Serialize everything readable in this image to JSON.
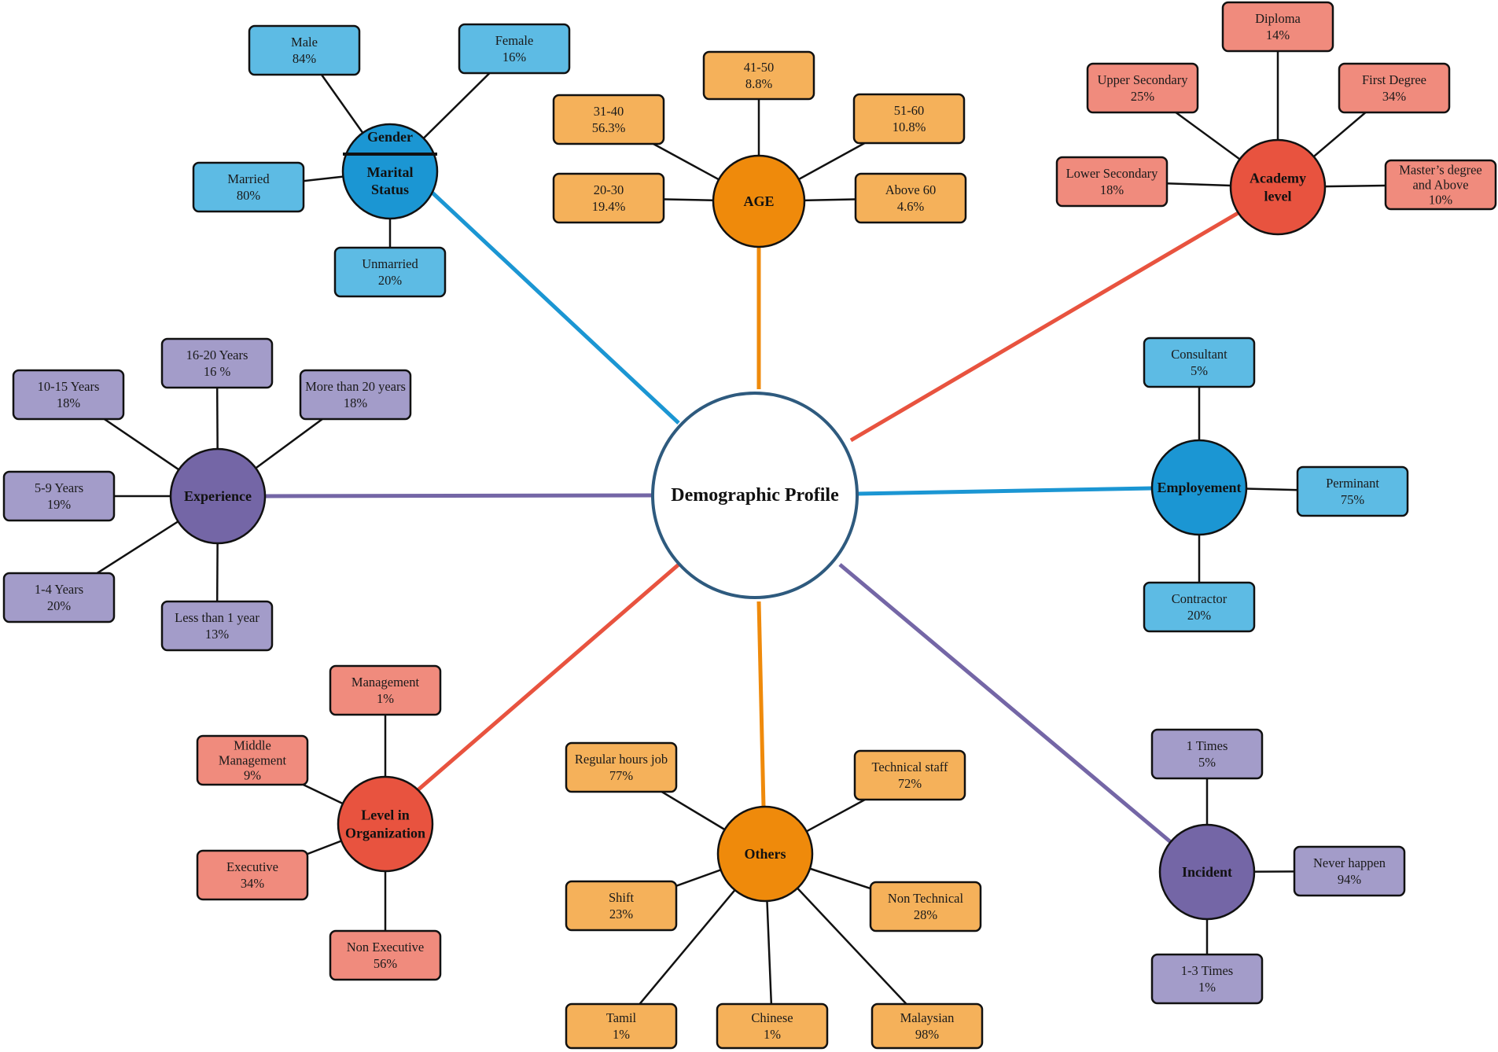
{
  "colors": {
    "blue_hub": "#1b96d3",
    "blue_box": "#5dbbe4",
    "orange_hub": "#ef8a0b",
    "orange_box": "#f5b15a",
    "red_hub": "#e8533f",
    "red_box": "#f08b7d",
    "purple_hub": "#7466a6",
    "purple_box": "#a39cc9",
    "center_ring": "#2e5a7e"
  },
  "center": {
    "label": "Demographic Profile"
  },
  "hubs": [
    {
      "id": "gender",
      "label_lines": [
        "Gender",
        "Marital",
        "Status"
      ],
      "color": "blue",
      "items": [
        [
          "Male",
          "84%"
        ],
        [
          "Female",
          "16%"
        ],
        [
          "Married",
          "80%"
        ],
        [
          "Unmarried",
          "20%"
        ]
      ]
    },
    {
      "id": "age",
      "label_lines": [
        "AGE"
      ],
      "color": "orange",
      "items": [
        [
          "41-50",
          "8.8%"
        ],
        [
          "31-40",
          "56.3%"
        ],
        [
          "51-60",
          "10.8%"
        ],
        [
          "20-30",
          "19.4%"
        ],
        [
          "Above 60",
          "4.6%"
        ]
      ]
    },
    {
      "id": "academy",
      "label_lines": [
        "Academy",
        "level"
      ],
      "color": "red",
      "items": [
        [
          "Diploma",
          "14%"
        ],
        [
          "Upper Secondary",
          "25%"
        ],
        [
          "First Degree",
          "34%"
        ],
        [
          "Lower Secondary",
          "18%"
        ],
        [
          "Master’s degree",
          "and Above",
          "10%"
        ]
      ]
    },
    {
      "id": "experience",
      "label_lines": [
        "Experience"
      ],
      "color": "purple",
      "items": [
        [
          "16-20 Years",
          "16 %"
        ],
        [
          "10-15 Years",
          "18%"
        ],
        [
          "More than 20 years",
          "18%"
        ],
        [
          "5-9  Years",
          "19%"
        ],
        [
          "1-4 Years",
          "20%"
        ],
        [
          "Less than 1 year",
          "13%"
        ]
      ]
    },
    {
      "id": "employment",
      "label_lines": [
        "Employement"
      ],
      "color": "blue",
      "items": [
        [
          "Consultant",
          "5%"
        ],
        [
          "Perminant",
          "75%"
        ],
        [
          "Contractor",
          "20%"
        ]
      ]
    },
    {
      "id": "level",
      "label_lines": [
        "Level in",
        "Organization"
      ],
      "color": "red",
      "items": [
        [
          "Management",
          "1%"
        ],
        [
          "Middle",
          "Management",
          "9%"
        ],
        [
          "Executive",
          "34%"
        ],
        [
          "Non Executive",
          "56%"
        ]
      ]
    },
    {
      "id": "others",
      "label_lines": [
        "Others"
      ],
      "color": "orange",
      "items": [
        [
          "Regular hours job",
          "77%"
        ],
        [
          "Technical staff",
          "72%"
        ],
        [
          "Shift",
          "23%"
        ],
        [
          "Non Technical",
          "28%"
        ],
        [
          "Tamil",
          "1%"
        ],
        [
          "Chinese",
          "1%"
        ],
        [
          "Malaysian",
          "98%"
        ]
      ]
    },
    {
      "id": "incident",
      "label_lines": [
        "Incident"
      ],
      "color": "purple",
      "items": [
        [
          "1 Times",
          "5%"
        ],
        [
          "Never happen",
          "94%"
        ],
        [
          "1-3 Times",
          "1%"
        ]
      ]
    }
  ]
}
